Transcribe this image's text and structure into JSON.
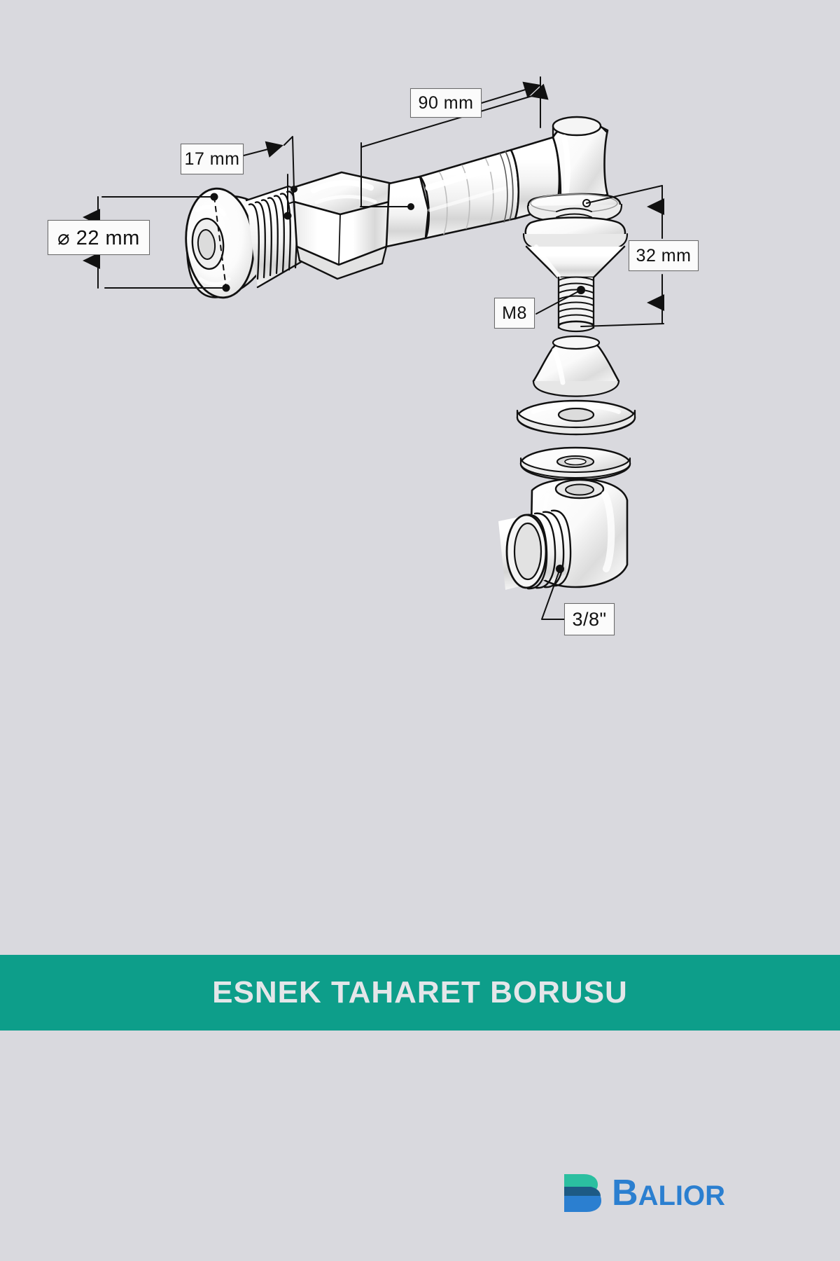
{
  "document": {
    "type": "technical-product-diagram",
    "background_color": "#d9d9de",
    "product_name": "ESNEK TAHARET BORUSU"
  },
  "dimensions": {
    "diameter": {
      "label": "⌀ 22 mm",
      "value": 22,
      "unit": "mm",
      "kind": "diameter",
      "refers_to": "escutcheon-flange"
    },
    "hex": {
      "label": "17 mm",
      "value": 17,
      "unit": "mm",
      "kind": "across-flats",
      "refers_to": "hex-nut"
    },
    "length": {
      "label": "90 mm",
      "value": 90,
      "unit": "mm",
      "kind": "length",
      "refers_to": "flexible-hose"
    },
    "stud_length": {
      "label": "32 mm",
      "value": 32,
      "unit": "mm",
      "kind": "length",
      "refers_to": "threaded-stud"
    },
    "thread_metric": {
      "label": "M8",
      "value": "M8",
      "kind": "thread",
      "refers_to": "stud-thread"
    },
    "thread_inch": {
      "label": "3/8\"",
      "value": "3/8\"",
      "kind": "thread",
      "refers_to": "elbow-inlet-thread"
    }
  },
  "banner": {
    "title": "ESNEK TAHARET BORUSU",
    "background_color": "#0d9e8a",
    "text_color": "#e4e6e9"
  },
  "logo": {
    "brand": "Balior",
    "cap": "B",
    "rest": "ALIOR",
    "mark_colors": {
      "top": "#2bbfa0",
      "middle": "#1d5a84",
      "bottom": "#2b7fd0"
    },
    "word_color": "#2b7fd0"
  },
  "parts": [
    {
      "name": "escutcheon-flange",
      "label": "⌀ 22 mm"
    },
    {
      "name": "threaded-shank",
      "label": ""
    },
    {
      "name": "hex-nut",
      "label": "17 mm"
    },
    {
      "name": "flexible-hose",
      "label": "90 mm"
    },
    {
      "name": "upper-elbow-body",
      "label": ""
    },
    {
      "name": "stud-washer",
      "label": ""
    },
    {
      "name": "threaded-stud",
      "label": "M8"
    },
    {
      "name": "cone-cap",
      "label": ""
    },
    {
      "name": "flat-washer",
      "label": ""
    },
    {
      "name": "gasket-ring",
      "label": ""
    },
    {
      "name": "lower-elbow-body",
      "label": "3/8\""
    }
  ]
}
